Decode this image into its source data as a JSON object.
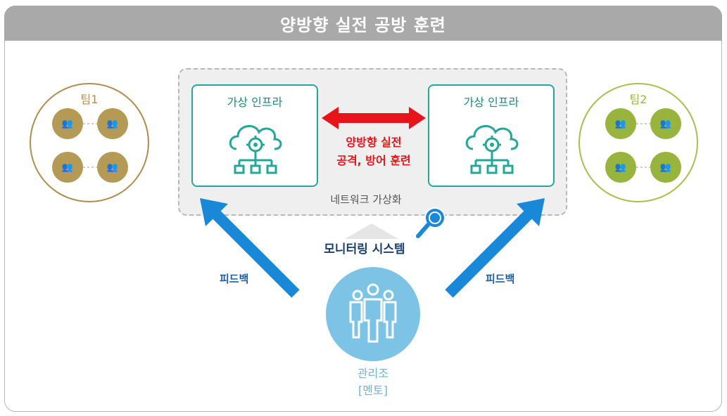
{
  "header": {
    "title": "양방향 실전 공방 훈련"
  },
  "infra": {
    "left_label": "가상 인프라",
    "right_label": "가상 인프라"
  },
  "drill": {
    "line1": "양방향 실전",
    "line2": "공격, 방어 훈련"
  },
  "network": {
    "label": "네트워크 가상화"
  },
  "teams": [
    {
      "label": "팀1",
      "color": "#b08d4c",
      "member_color": "#b59a55"
    },
    {
      "label": "팀2",
      "color": "#a8bf4c",
      "member_color": "#98b43c"
    }
  ],
  "monitor": {
    "label": "모니터링 시스템"
  },
  "feedback": {
    "left": "피드백",
    "right": "피드백"
  },
  "mentor": {
    "line1": "관리조",
    "line2": "[멘토]",
    "color": "#7cc3e6"
  },
  "colors": {
    "arrow_red": "#e8141b",
    "arrow_blue": "#1a88d8",
    "teal": "#22a89a"
  }
}
